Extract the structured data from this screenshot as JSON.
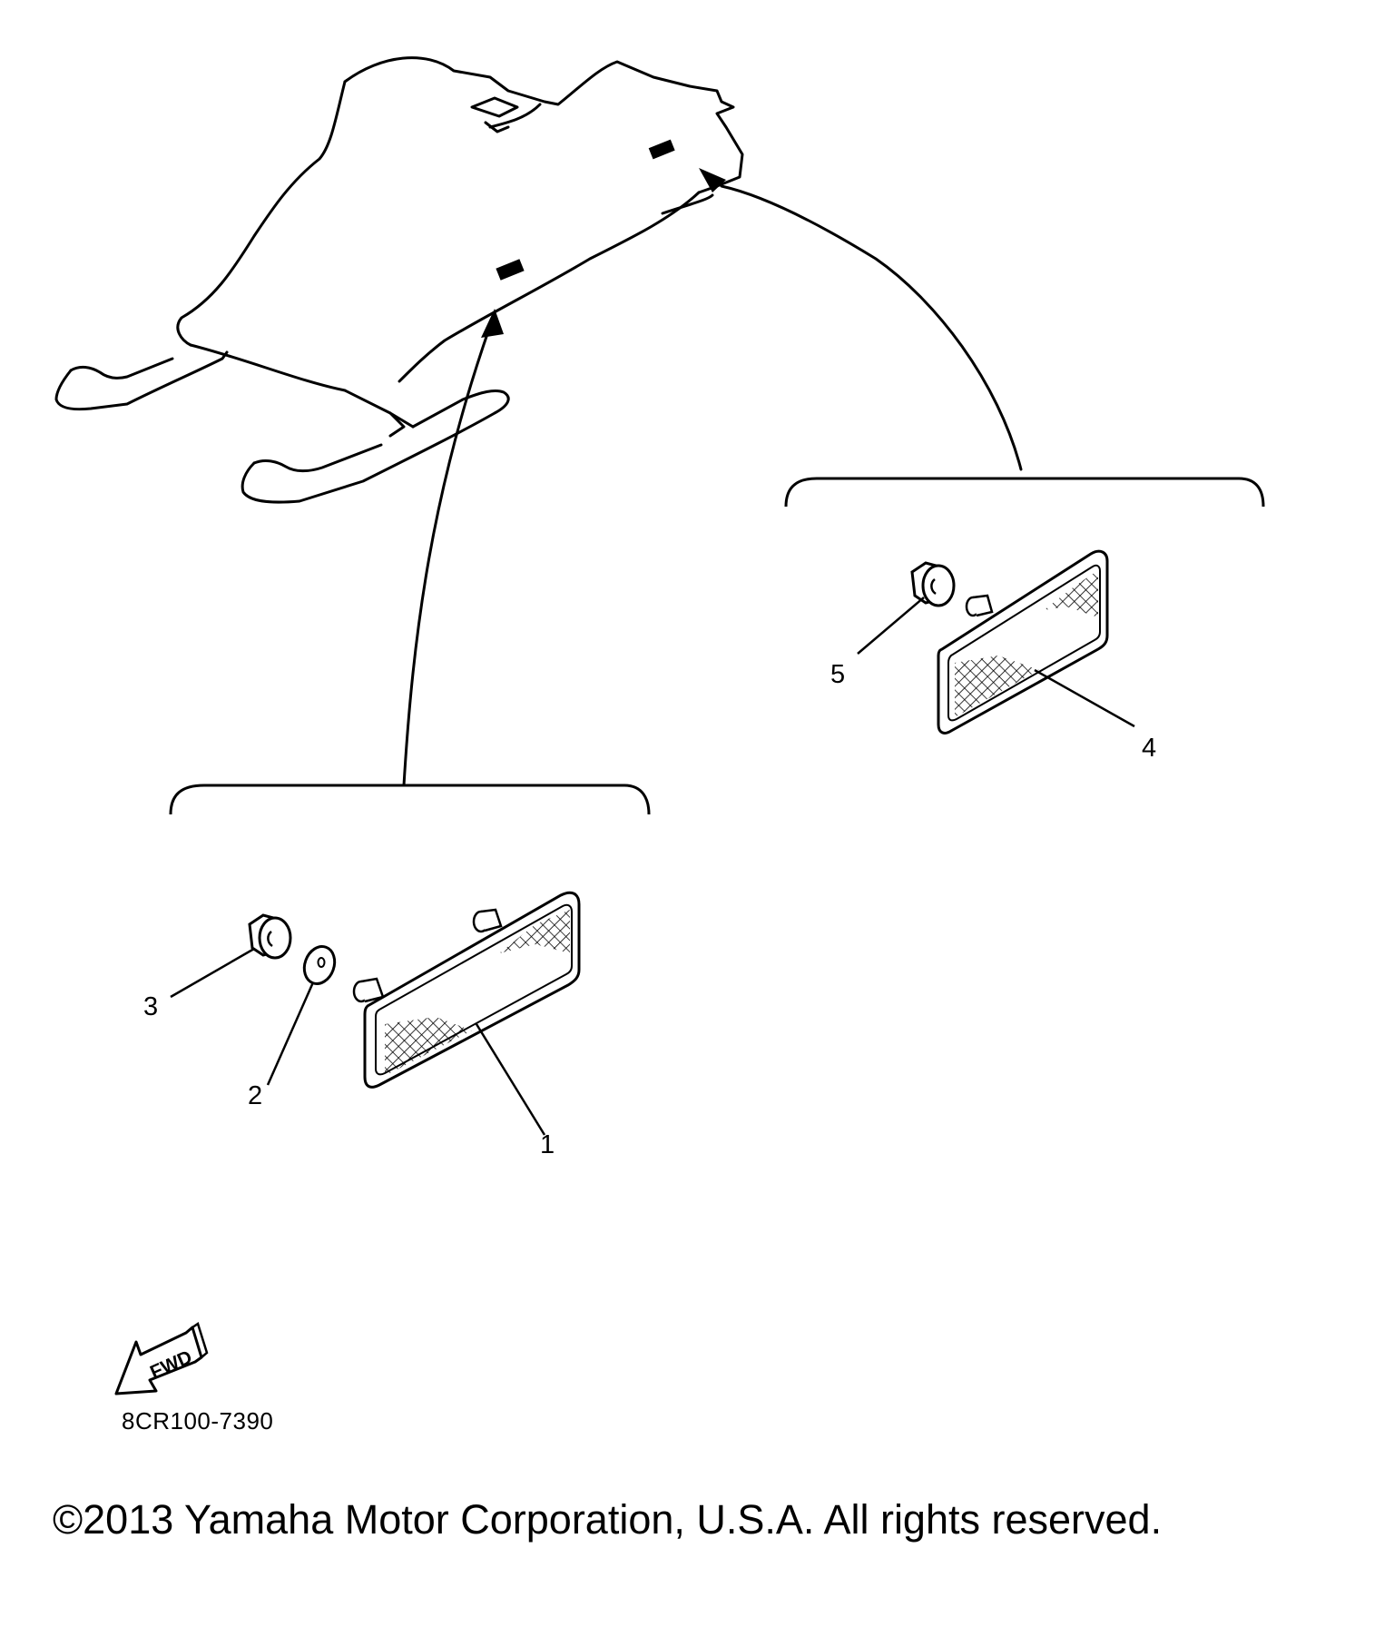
{
  "callouts": {
    "c1": "1",
    "c2": "2",
    "c3": "3",
    "c4": "4",
    "c5": "5"
  },
  "fwd_label": "FWD",
  "reference_code": "8CR100-7390",
  "copyright": "©2013 Yamaha Motor Corporation, U.S.A. All rights reserved."
}
